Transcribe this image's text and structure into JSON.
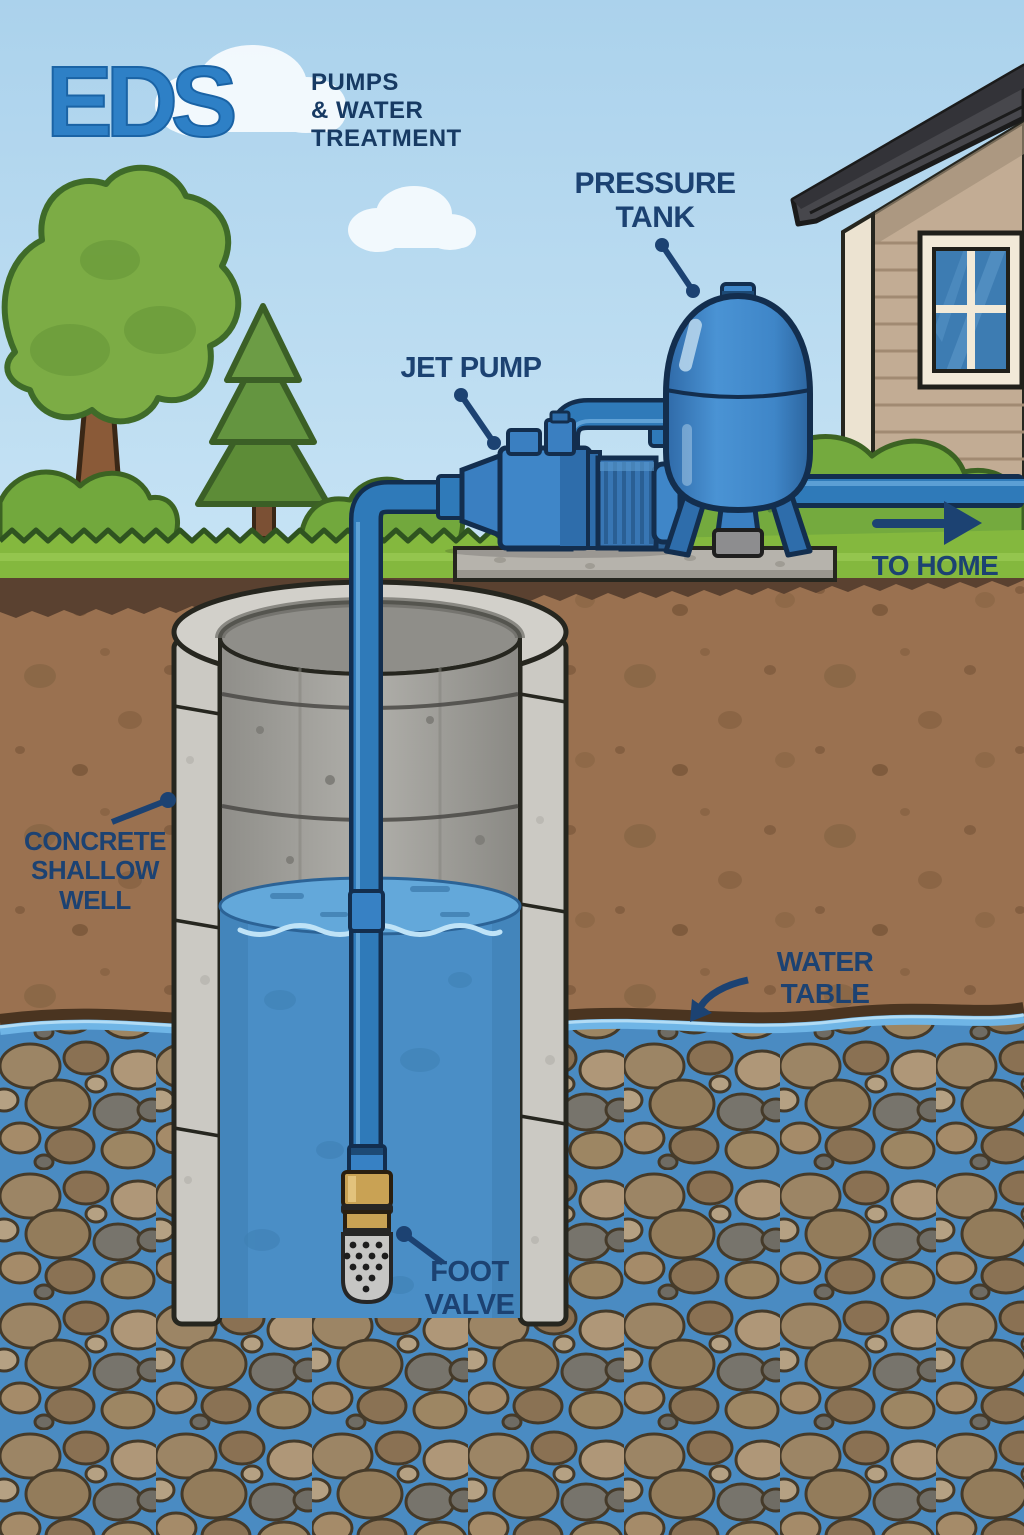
{
  "logo": {
    "brand": "EDS",
    "tagline": [
      "PUMPS",
      "& WATER",
      "TREATMENT"
    ]
  },
  "labels": {
    "pressure_tank": "PRESSURE TANK",
    "jet_pump": "JET PUMP",
    "to_home": "TO HOME",
    "concrete_shallow_well": "CONCRETE SHALLOW WELL",
    "water_table": "WATER TABLE",
    "foot_valve": "FOOT VALVE"
  },
  "icons": {
    "to_home_arrow": "right-arrow",
    "water_table_pointer": "curved-arrow-down-left",
    "leader_line": "line-with-end-dots"
  },
  "colors": {
    "label_navy": "#1c4272",
    "logo_blue": "#2e80c6",
    "tagline_navy": "#173a63",
    "pipe_blue": "#2f7ab9",
    "equipment_blue": "#3f86c8",
    "sky_blue": "#b4d8ee",
    "grass_green": "#84b83e",
    "soil_brown": "#9a7150",
    "concrete_gray": "#cbc9c3",
    "well_water_blue": "#4a8ec6",
    "brass": "#c9a254"
  }
}
